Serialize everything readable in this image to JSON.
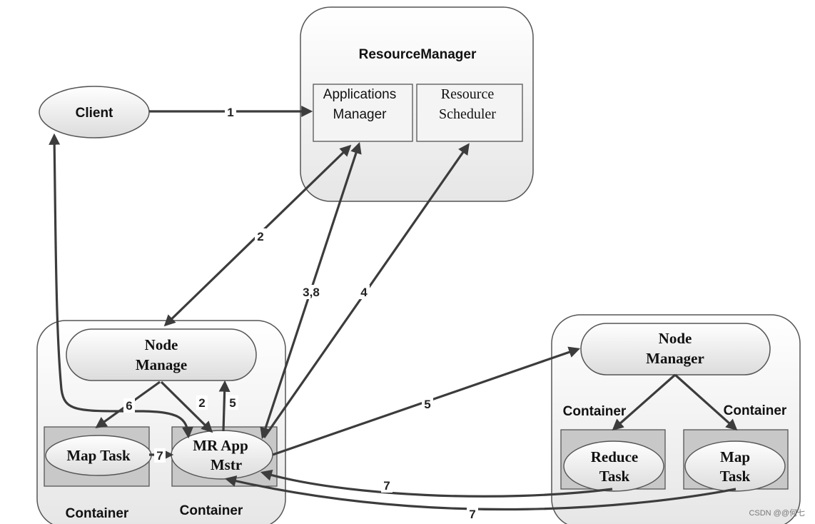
{
  "resource_manager": {
    "title": "ResourceManager",
    "applications_manager": [
      "Applications",
      "Manager"
    ],
    "resource_scheduler": [
      "Resource",
      "Scheduler"
    ]
  },
  "client": {
    "label": "Client"
  },
  "left_node": {
    "node_manager": [
      "Node",
      "Manage"
    ],
    "map_task": "Map Task",
    "mr_app_master": [
      "MR App",
      "Mstr"
    ],
    "container_left": "Container",
    "container_right": "Container"
  },
  "right_node": {
    "node_manager": [
      "Node",
      "Manager"
    ],
    "container_left": "Container",
    "container_right": "Container",
    "reduce_task": [
      "Reduce",
      "Task"
    ],
    "map_task": [
      "Map",
      "Task"
    ]
  },
  "edges": {
    "e1": "1",
    "e2_rm": "2",
    "e2_local": "2",
    "e38": "3,8",
    "e4": "4",
    "e5_local": "5",
    "e5_remote": "5",
    "e6": "6",
    "e7_local": "7",
    "e7_reduce": "7",
    "e7_map": "7"
  },
  "watermark": "CSDN @@何七"
}
